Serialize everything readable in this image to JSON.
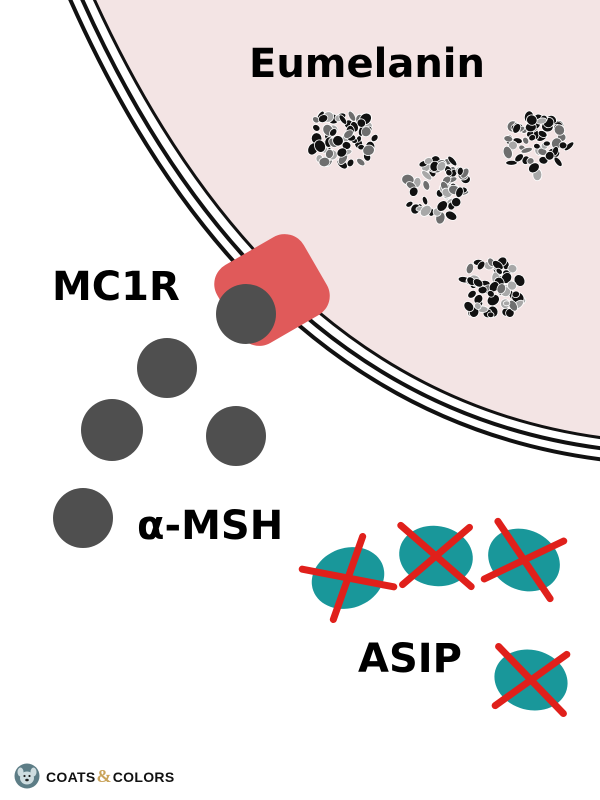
{
  "labels": {
    "eumelanin": "Eumelanin",
    "mc1r": "MC1R",
    "msh": "α-MSH",
    "asip": "ASIP"
  },
  "brand": {
    "left": "COATS",
    "amp": "&",
    "right": "COLORS",
    "icon": "dog-head-icon"
  },
  "colors": {
    "cell_fill": "#f3e4e4",
    "membrane": "#111111",
    "receptor": "#e05a5a",
    "msh": "#4f4f4f",
    "asip": "#19979a",
    "cross": "#e0201b",
    "granule_dark": "#111111",
    "granule_mid": "#6e6e6e",
    "granule_light": "#a8a8a8"
  }
}
